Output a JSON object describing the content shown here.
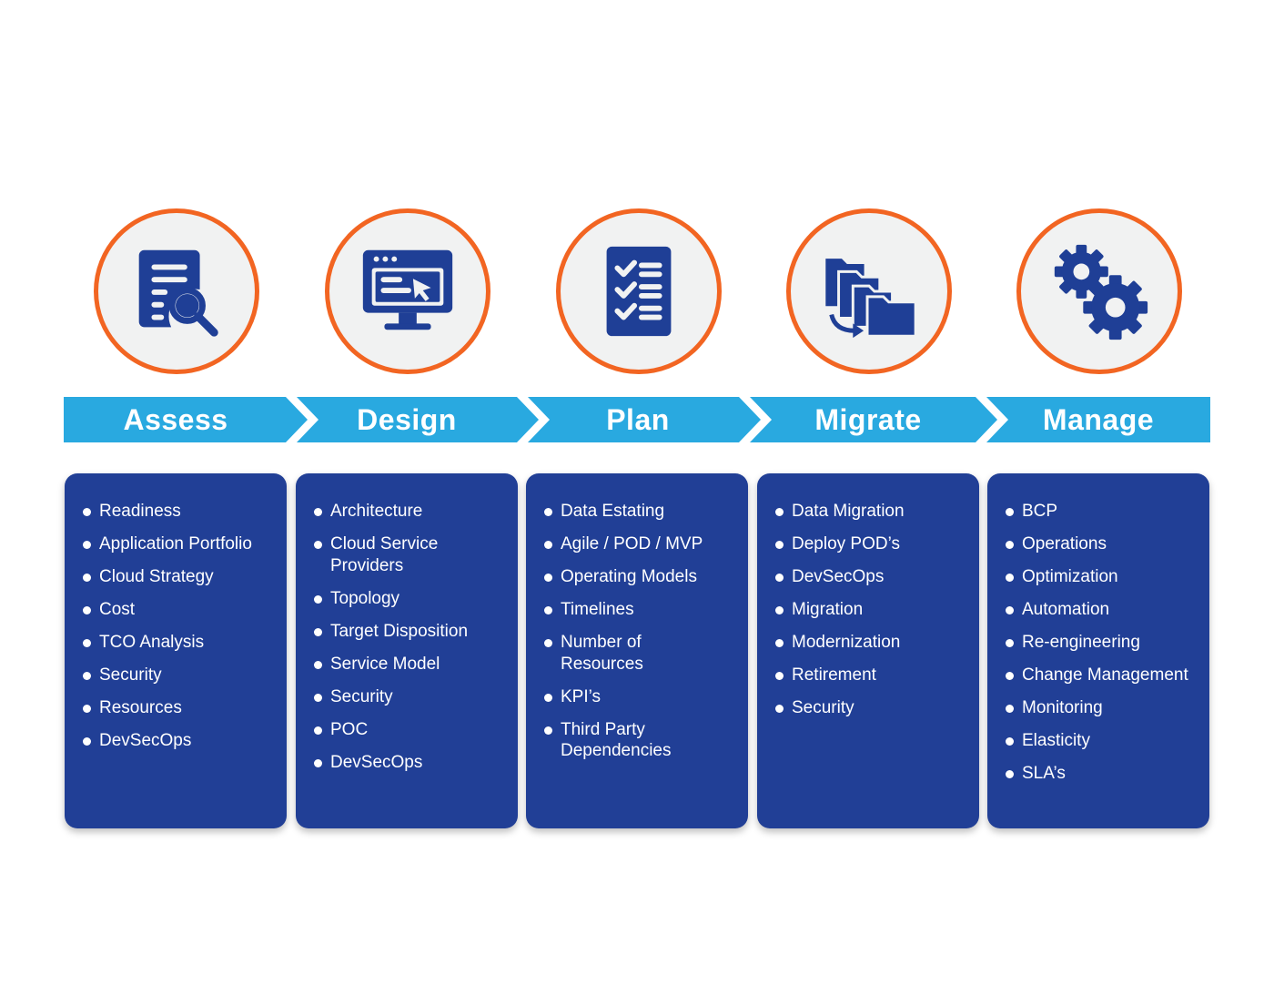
{
  "colors": {
    "accent_orange": "#f26522",
    "banner_blue": "#29a9e0",
    "card_navy": "#213f96",
    "icon_navy": "#1f3f96",
    "circle_fill": "#f1f2f2"
  },
  "phases": [
    {
      "label": "Assess",
      "icon": "document-search-icon",
      "items": [
        "Readiness",
        "Application Portfolio",
        "Cloud Strategy",
        "Cost",
        "TCO Analysis",
        "Security",
        "Resources",
        "DevSecOps"
      ]
    },
    {
      "label": "Design",
      "icon": "monitor-design-icon",
      "items": [
        "Architecture",
        "Cloud Service\nProviders",
        "Topology",
        "Target Disposition",
        "Service Model",
        "Security",
        "POC",
        "DevSecOps"
      ]
    },
    {
      "label": "Plan",
      "icon": "checklist-icon",
      "items": [
        "Data Estating",
        "Agile / POD / MVP",
        "Operating Models",
        "Timelines",
        "Number of\nResources",
        "KPI’s",
        "Third Party\nDependencies"
      ]
    },
    {
      "label": "Migrate",
      "icon": "folders-migrate-icon",
      "items": [
        "Data Migration",
        "Deploy POD’s",
        "DevSecOps",
        "Migration",
        "Modernization",
        "Retirement",
        "Security"
      ]
    },
    {
      "label": "Manage",
      "icon": "gears-icon",
      "items": [
        "BCP",
        "Operations",
        "Optimization",
        "Automation",
        "Re-engineering",
        "Change Management",
        "Monitoring",
        "Elasticity",
        "SLA’s"
      ]
    }
  ]
}
